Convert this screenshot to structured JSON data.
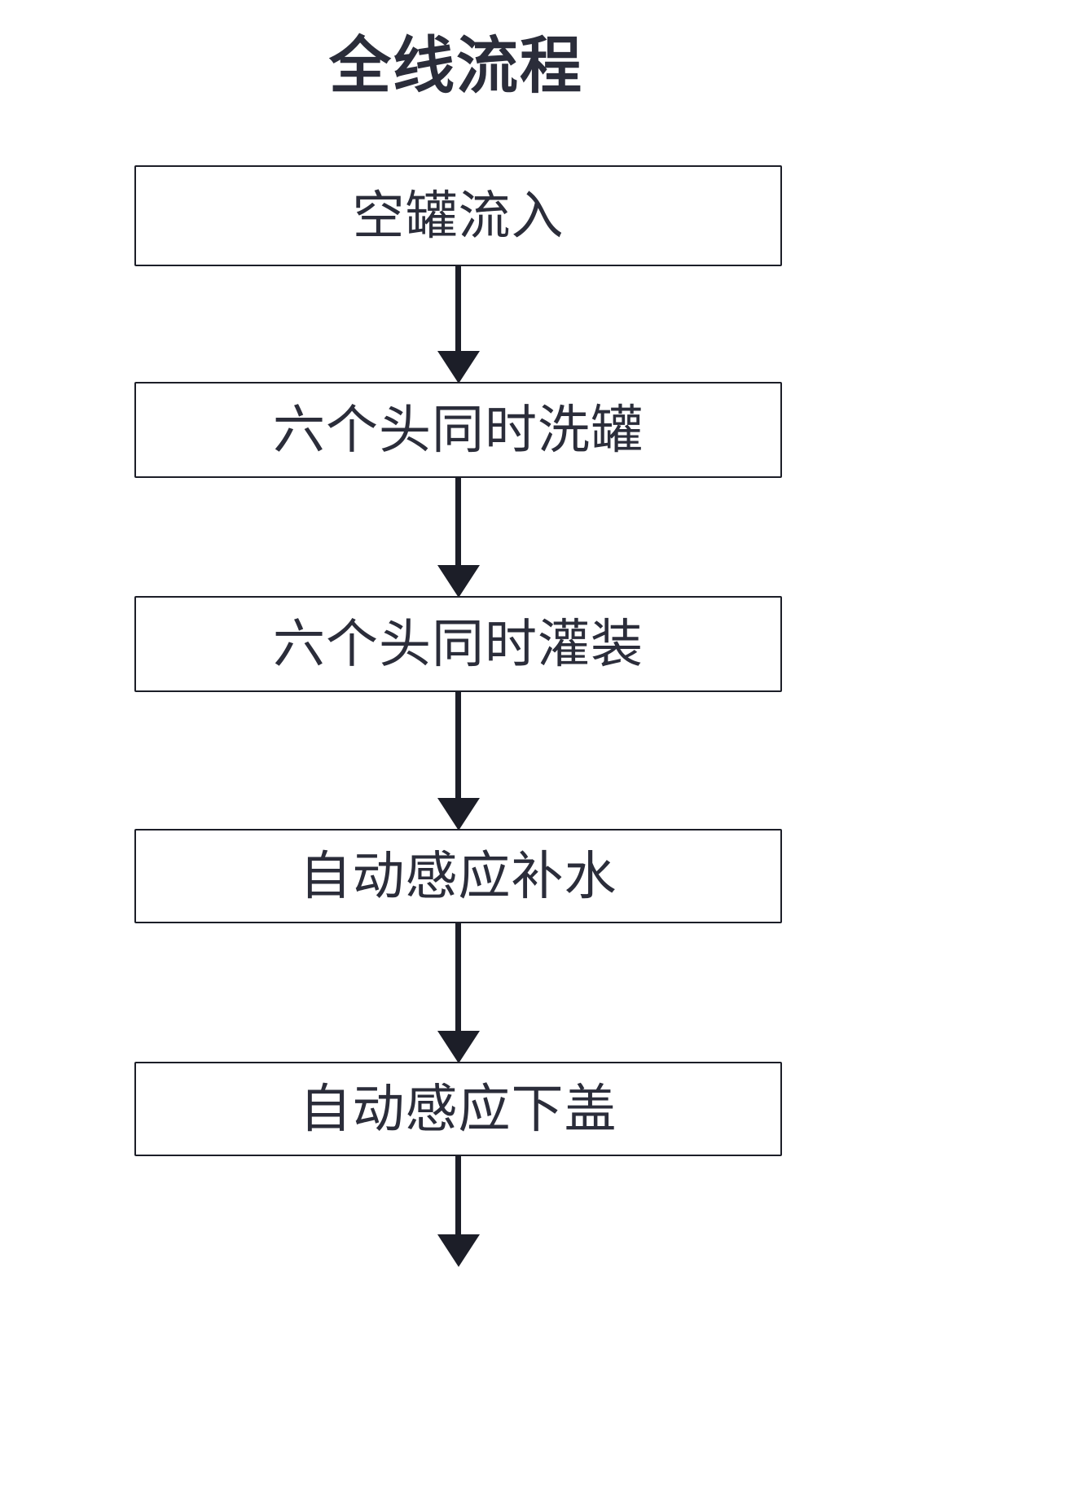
{
  "page": {
    "title": "全线流程",
    "background_color": "#ffffff",
    "ink_color": "#2b2d3a",
    "border_color": "#1c1e28"
  },
  "flowchart": {
    "type": "vertical-process-flow",
    "orientation": "top-to-bottom",
    "node_count": 5,
    "nodes": [
      {
        "id": "step-1",
        "label": "空罐流入"
      },
      {
        "id": "step-2",
        "label": "六个头同时洗罐"
      },
      {
        "id": "step-3",
        "label": "六个头同时灌装"
      },
      {
        "id": "step-4",
        "label": "自动感应补水"
      },
      {
        "id": "step-5",
        "label": "自动感应下盖"
      }
    ],
    "connectors": [
      {
        "id": "arrow-1",
        "from": "step-1",
        "to": "step-2",
        "icon": "down-arrow-icon"
      },
      {
        "id": "arrow-2",
        "from": "step-2",
        "to": "step-3",
        "icon": "down-arrow-icon"
      },
      {
        "id": "arrow-3",
        "from": "step-3",
        "to": "step-4",
        "icon": "down-arrow-icon"
      },
      {
        "id": "arrow-4",
        "from": "step-4",
        "to": "step-5",
        "icon": "down-arrow-icon"
      },
      {
        "id": "arrow-5",
        "from": "step-5",
        "to": "",
        "icon": "down-arrow-icon"
      }
    ]
  }
}
